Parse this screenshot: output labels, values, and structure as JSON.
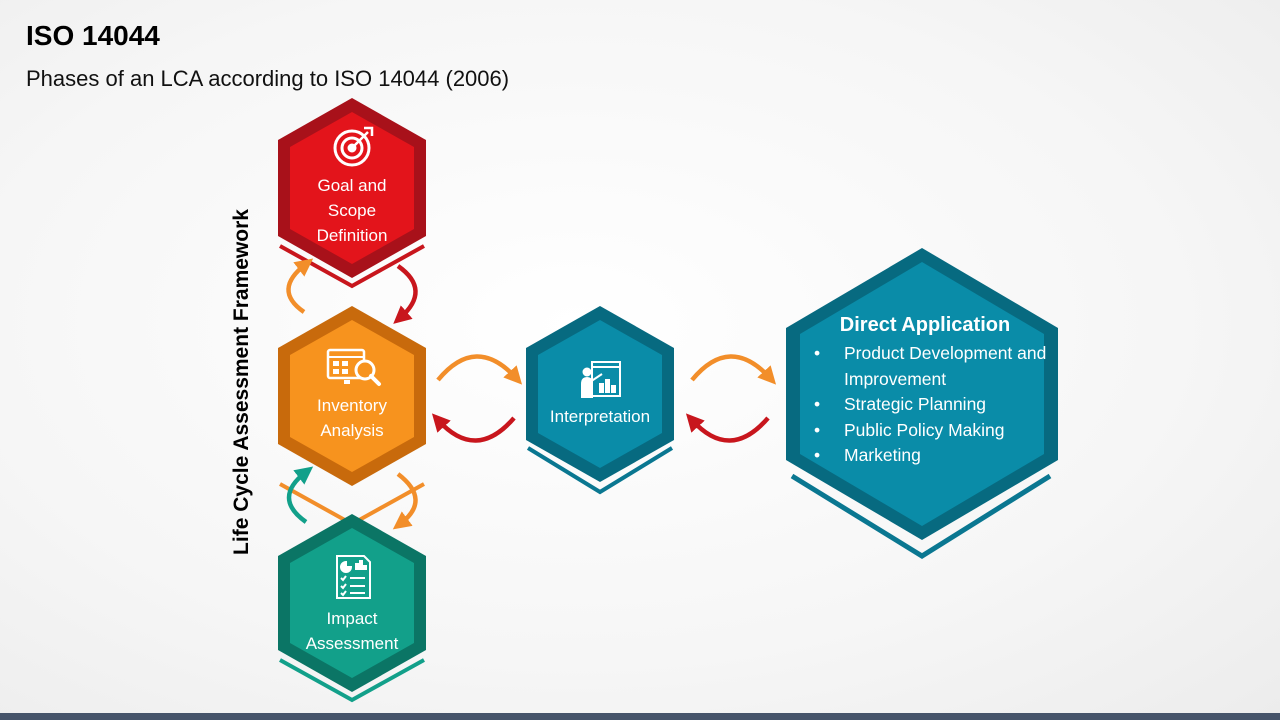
{
  "header": {
    "title": "ISO 14044",
    "subtitle": "Phases of an LCA according to ISO 14044 (2006)"
  },
  "side_label": "Life Cycle Assessment Framework",
  "phases": {
    "goal": {
      "label": "Goal and Scope Definition",
      "color": "#e3141b",
      "icon": "target-icon"
    },
    "inventory": {
      "label": "Inventory Analysis",
      "color": "#f7931e",
      "icon": "inventory-dashboard-icon"
    },
    "impact": {
      "label": "Impact Assessment",
      "color": "#12a08a",
      "icon": "report-checklist-icon"
    },
    "interpretation": {
      "label": "Interpretation",
      "color": "#0a8ca8",
      "icon": "presentation-icon"
    }
  },
  "direct_application": {
    "title": "Direct Application",
    "items": [
      "Product Development and Improvement",
      "Strategic Planning",
      "Public Policy Making",
      "Marketing"
    ],
    "color": "#0a8ca8"
  },
  "colors": {
    "red": "#e3141b",
    "orange": "#f7931e",
    "teal": "#12a08a",
    "blue": "#0a8ca8",
    "bar": "#46546a"
  }
}
